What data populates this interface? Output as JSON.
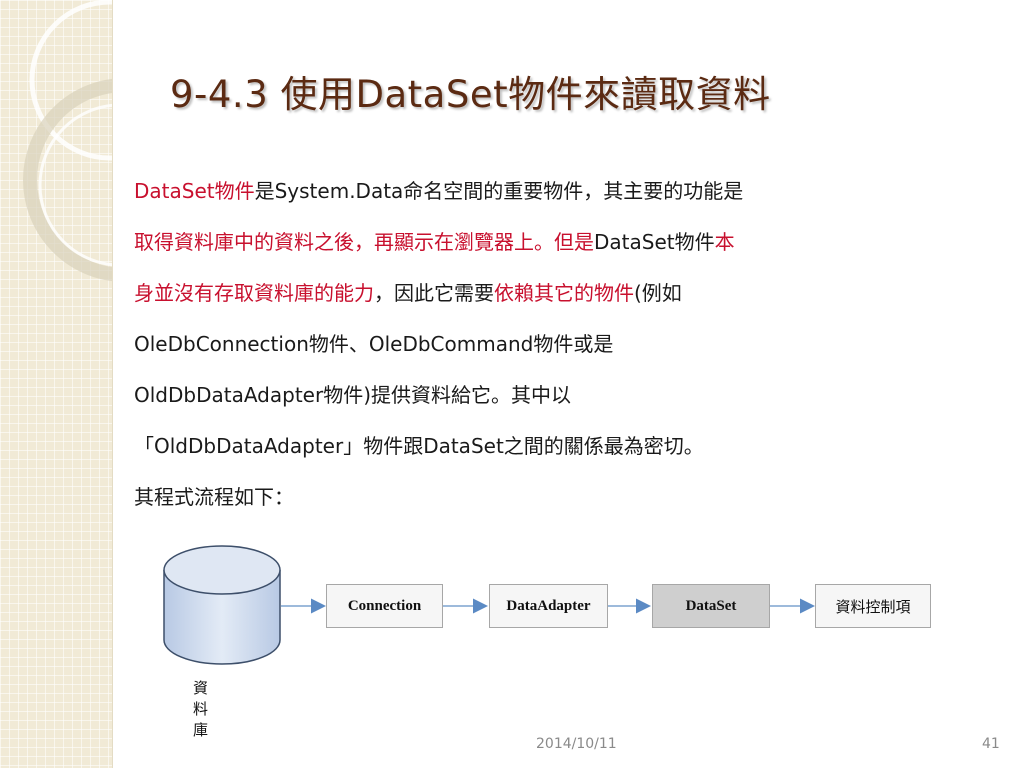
{
  "slide": {
    "title": "9-4.3 使用DataSet物件來讀取資料",
    "footer_date": "2014/10/11",
    "page_number": "41"
  },
  "body": {
    "lines": [
      [
        {
          "text": "DataSet物件",
          "red": true
        },
        {
          "text": "是System.Data命名空間的重要物件，其主要的功能是",
          "red": false
        }
      ],
      [
        {
          "text": "取得資料庫中的資料之後，再顯示在瀏覽器上。但是",
          "red": true
        },
        {
          "text": "DataSet物件",
          "red": false
        },
        {
          "text": "本",
          "red": true
        }
      ],
      [
        {
          "text": "身並沒有存取資料庫的能力",
          "red": true
        },
        {
          "text": "，因此它需要",
          "red": false
        },
        {
          "text": "依賴其它的物件",
          "red": true
        },
        {
          "text": "(例如",
          "red": false
        }
      ],
      [
        {
          "text": "OleDbConnection物件、OleDbCommand物件或是",
          "red": false
        }
      ],
      [
        {
          "text": "OldDbDataAdapter物件)提供資料給它。其中以",
          "red": false
        }
      ],
      [
        {
          "text": "「OldDbDataAdapter」物件跟DataSet之間的關係最為密切。",
          "red": false
        }
      ],
      [
        {
          "text": "其程式流程如下：",
          "red": false
        }
      ]
    ]
  },
  "diagram": {
    "database_label": "資料庫",
    "connection_label": "Connection",
    "dataadapter_label": "DataAdapter",
    "dataset_label": "DataSet",
    "control_label": "資料控制項"
  },
  "colors": {
    "title": "#5b2a12",
    "highlight": "#c8102e",
    "db_fill": "#c9d6ea",
    "arrow": "#7da3cf"
  }
}
